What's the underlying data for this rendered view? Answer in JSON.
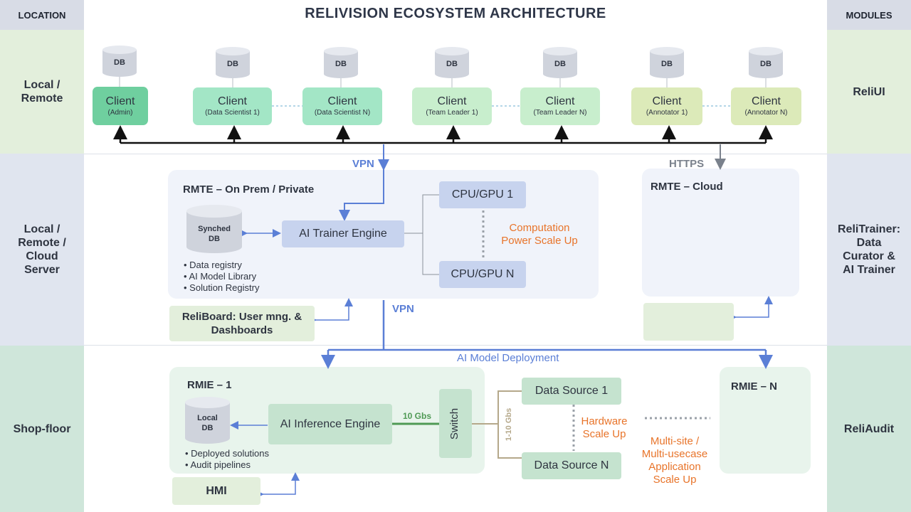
{
  "header": {
    "location_label": "LOCATION",
    "title": "RELIVISION ECOSYSTEM ARCHITECTURE",
    "modules_label": "MODULES"
  },
  "bands": {
    "ui": {
      "location": "Local /\nRemote",
      "module": "ReliUI"
    },
    "trainer": {
      "location": "Local /\nRemote /\nCloud\nServer",
      "module": "ReliTrainer:\nData\nCurator &\nAI Trainer"
    },
    "shopfloor": {
      "location": "Shop-floor",
      "module": "ReliAudit"
    }
  },
  "db_label": "DB",
  "clients": [
    {
      "name": "Client",
      "role": "(Admin)"
    },
    {
      "name": "Client",
      "role": "(Data Scientist 1)"
    },
    {
      "name": "Client",
      "role": "(Data Scientist N)"
    },
    {
      "name": "Client",
      "role": "(Team Leader 1)"
    },
    {
      "name": "Client",
      "role": "(Team Leader N)"
    },
    {
      "name": "Client",
      "role": "(Annotator 1)"
    },
    {
      "name": "Client",
      "role": "(Annotator N)"
    }
  ],
  "links": {
    "vpn_top": "VPN",
    "https": "HTTPS",
    "vpn_mid": "VPN",
    "deployment": "AI Model Deployment",
    "bandwidth_10": "10 Gbs",
    "bandwidth_1_10": "1-10 Gbs"
  },
  "rmte_onprem": {
    "title": "RMTE – On Prem / Private",
    "db_line1": "Synched",
    "db_line2": "DB",
    "engine": "AI Trainer Engine",
    "gpu1": "CPU/GPU 1",
    "gpun": "CPU/GPU N",
    "scale_note": "Computation\nPower Scale Up",
    "bullets": [
      "Data registry",
      "AI Model Library",
      "Solution Registry"
    ]
  },
  "rmte_cloud": {
    "title": "RMTE – Cloud"
  },
  "reliboard": {
    "label": "ReliBoard: User mng. &\nDashboards"
  },
  "rmie_1": {
    "title": "RMIE – 1",
    "db_line1": "Local",
    "db_line2": "DB",
    "engine": "AI Inference Engine",
    "switch": "Switch",
    "bullets": [
      "Deployed solutions",
      "Audit pipelines"
    ]
  },
  "rmie_n": {
    "title": "RMIE – N"
  },
  "data_sources": {
    "first": "Data Source 1",
    "last": "Data Source N",
    "scale_note": "Hardware\nScale Up"
  },
  "multisite_note": "Multi-site /\nMulti-usecase\nApplication\nScale Up",
  "hmi": {
    "label": "HMI"
  },
  "colors": {
    "ui_band": "#e3efdc",
    "trainer_band": "#e0e5ef",
    "shopfloor_band": "#cfe6da",
    "admin_client": "#6fcf9f",
    "ds_client": "#a3e6c6",
    "tl_client": "#c8eecd",
    "ann_client": "#dceab9",
    "trainer_box": "#c7d3ee",
    "inference_box": "#c5e3cf",
    "accent_blue": "#5b7fd6",
    "accent_orange": "#e8742a"
  }
}
